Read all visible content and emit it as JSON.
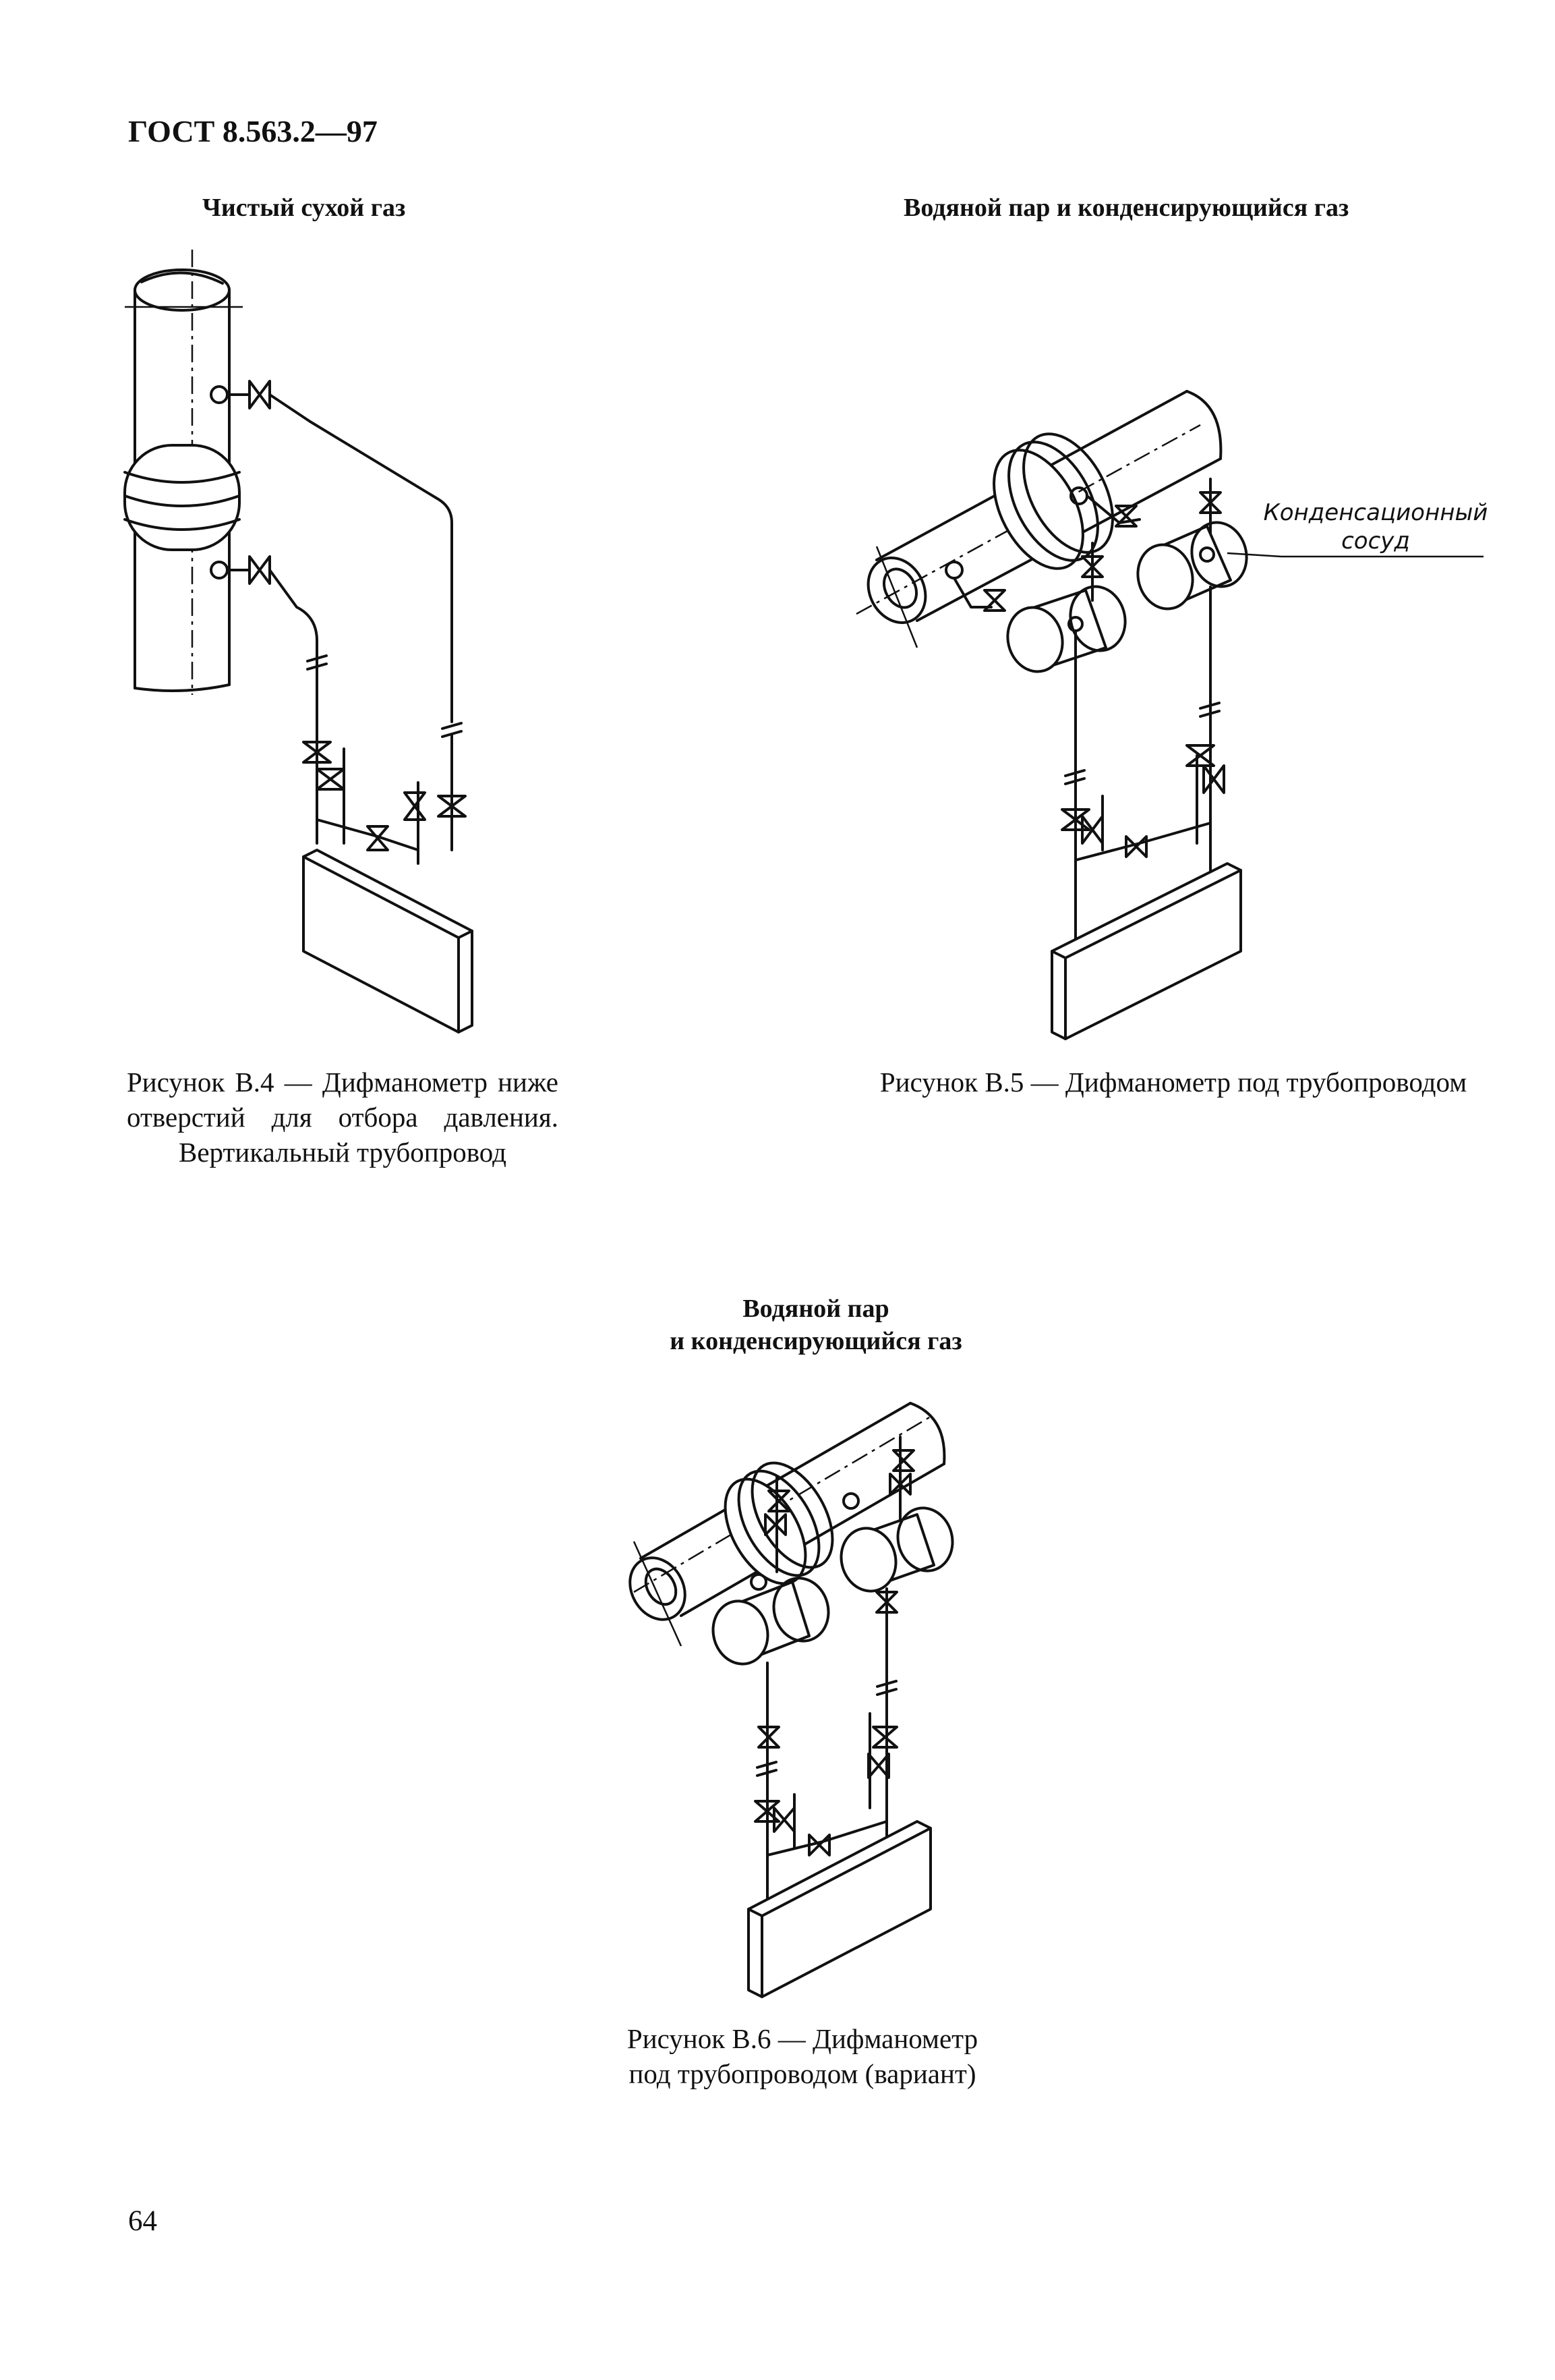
{
  "header": {
    "standard": "ГОСТ 8.563.2—97"
  },
  "figure_b4": {
    "title": "Чистый сухой газ",
    "caption_lines": [
      "Рисунок В.4 — Дифманометр ниже",
      "отверстий для отбора давления.",
      "Вертикальный трубопровод"
    ]
  },
  "figure_b5": {
    "title": "Водяной пар и конденсирующийся газ",
    "callout_lines": [
      "Конденсационный",
      "сосуд"
    ],
    "caption": "Рисунок В.5 — Дифманометр под трубопроводом"
  },
  "figure_b6": {
    "title_lines": [
      "Водяной пар",
      "и конденсирующийся газ"
    ],
    "caption_lines": [
      "Рисунок В.6 — Дифманометр",
      "под трубопроводом (вариант)"
    ]
  },
  "footer": {
    "page_number": "64"
  }
}
